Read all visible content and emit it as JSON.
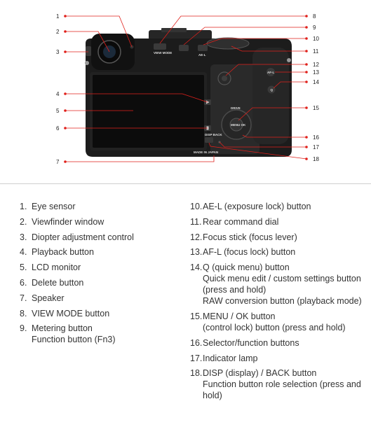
{
  "colors": {
    "callout": "#e0201b",
    "camera_body": "#1c1c1c",
    "camera_leather": "#2a2a2a",
    "lcd": "#0c0c0c"
  },
  "diagram": {
    "camera_labels": {
      "view_mode": "VIEW MODE",
      "ae_l": "AE-L",
      "af_l": "AF-L",
      "q": "Q",
      "drive": "DRIVE",
      "menu_ok": "MENU OK",
      "disp_back": "DISP BACK",
      "made_in_japan": "MADE IN JAPAN"
    },
    "callout_numbers": [
      "1",
      "2",
      "3",
      "4",
      "5",
      "6",
      "7",
      "8",
      "9",
      "10",
      "11",
      "12",
      "13",
      "14",
      "15",
      "16",
      "17",
      "18"
    ]
  },
  "legend": {
    "left": [
      {
        "num": "1.",
        "lines": [
          "Eye sensor"
        ]
      },
      {
        "num": "2.",
        "lines": [
          "Viewfinder window"
        ]
      },
      {
        "num": "3.",
        "lines": [
          "Diopter adjustment control"
        ]
      },
      {
        "num": "4.",
        "lines": [
          "Playback button"
        ]
      },
      {
        "num": "5.",
        "lines": [
          "LCD monitor"
        ]
      },
      {
        "num": "6.",
        "lines": [
          "Delete button"
        ]
      },
      {
        "num": "7.",
        "lines": [
          "Speaker"
        ]
      },
      {
        "num": "8.",
        "lines": [
          "VIEW MODE button"
        ]
      },
      {
        "num": "9.",
        "lines": [
          "Metering button",
          "Function button (Fn3)"
        ]
      }
    ],
    "right": [
      {
        "num": "10.",
        "lines": [
          "AE-L (exposure lock) button"
        ]
      },
      {
        "num": "11.",
        "lines": [
          "Rear command dial"
        ]
      },
      {
        "num": "12.",
        "lines": [
          "Focus stick (focus lever)"
        ]
      },
      {
        "num": "13.",
        "lines": [
          "AF-L (focus lock) button"
        ]
      },
      {
        "num": "14.",
        "lines": [
          "Q (quick menu) button",
          "Quick menu edit / custom settings button",
          "(press and hold)",
          "RAW conversion button (playback mode)"
        ]
      },
      {
        "num": "15.",
        "lines": [
          "MENU / OK button",
          "(control lock) button (press and hold)"
        ]
      },
      {
        "num": "16.",
        "lines": [
          "Selector/function buttons"
        ]
      },
      {
        "num": "17.",
        "lines": [
          "Indicator lamp"
        ]
      },
      {
        "num": "18.",
        "lines": [
          "DISP (display) / BACK button",
          "Function button role selection (press and hold)"
        ]
      }
    ]
  }
}
